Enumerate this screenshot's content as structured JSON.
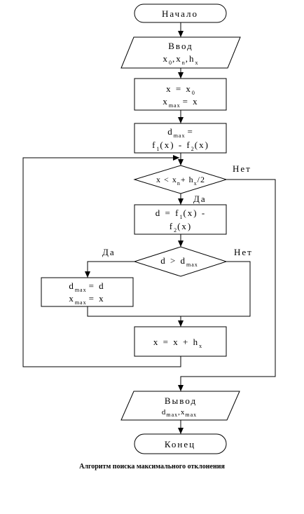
{
  "diagram": {
    "start": "Начало",
    "input": {
      "title": "Ввод",
      "p1": "x",
      "p1_sub": "0",
      "sep1": ",",
      "p2": "x",
      "p2_sub": "n",
      "sep2": ",",
      "p3": "h",
      "p3_sub": "x"
    },
    "init1": {
      "l1_lhs": "x = x",
      "l1_sub": "0",
      "l2_x": "x",
      "l2_sub": "max",
      "l2_rhs": "= x"
    },
    "init2": {
      "l1_d": "d",
      "l1_sub": "max",
      "l1_eq": "=",
      "l2_f1": "f",
      "l2_f1_sub": "1",
      "l2_mid": "(x) - f",
      "l2_f2_sub": "2",
      "l2_end": "(x)"
    },
    "cond1": {
      "a": "x < x",
      "a_sub": "n",
      "b": "+ h",
      "b_sub": "x",
      "c": "/2",
      "yes": "Да",
      "no": "Нет"
    },
    "compute": {
      "l1_a": "d = f",
      "l1_sub": "1",
      "l1_b": "(x) -",
      "l2_f": "f",
      "l2_sub": "2",
      "l2_b": "(x)"
    },
    "cond2": {
      "a": "d > d",
      "a_sub": "max",
      "yes": "Да",
      "no": "Нет"
    },
    "update": {
      "l1_d": "d",
      "l1_sub": "max",
      "l1_rhs": "= d",
      "l2_x": "x",
      "l2_sub": "max",
      "l2_rhs": "= x"
    },
    "step": {
      "a": "x = x + h",
      "a_sub": "x"
    },
    "output": {
      "title": "Вывод",
      "d": "d",
      "d_sub": "max",
      "sep": ",",
      "x": "x",
      "x_sub": "max"
    },
    "end": "Конец"
  },
  "caption": "Алгоритм поиска максимального отклонения"
}
